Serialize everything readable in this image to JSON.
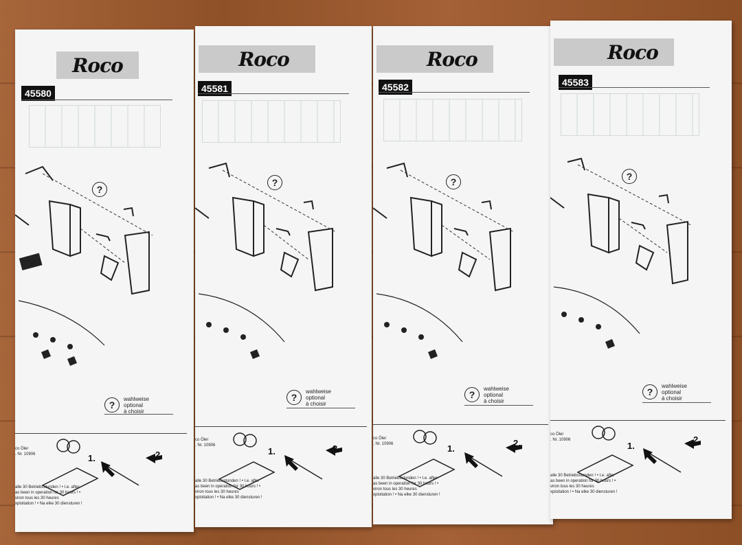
{
  "brand": "Roco",
  "sheets": [
    {
      "model_number": "45580"
    },
    {
      "model_number": "45581"
    },
    {
      "model_number": "45582"
    },
    {
      "model_number": "45583"
    }
  ],
  "help_symbol": "?",
  "optional_label": {
    "de": "wahlweise",
    "en": "optional",
    "fr": "à choisir"
  },
  "oiler": {
    "name": "co Öler",
    "part": ". Nr. 10906"
  },
  "service_note": [
    "alle 30 Betriebsstunden ! • I.e. after",
    "as been in operation for 30 hours ! •",
    "viron tous les 30 heures",
    "xploitation ! • Na elke 30 diensturen !"
  ],
  "steps": [
    "1.",
    "2."
  ]
}
